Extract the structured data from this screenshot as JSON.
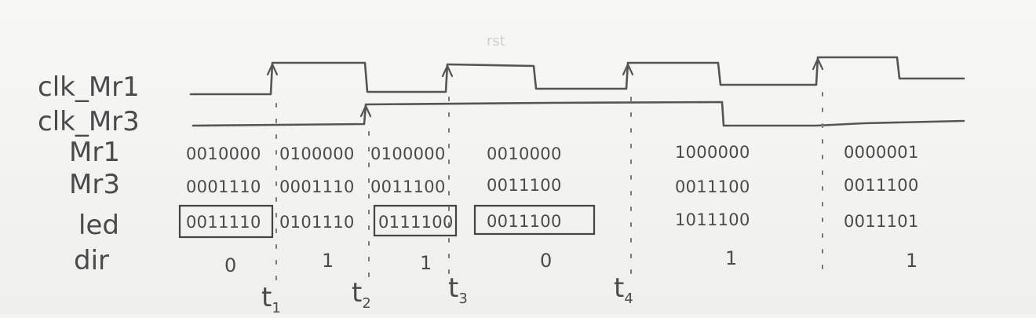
{
  "signals": {
    "clk_mr1": "clk_Mr1",
    "clk_mr3": "clk_Mr3",
    "mr1": "Mr1",
    "mr3": "Mr3",
    "led": "led",
    "dir": "dir"
  },
  "faint_mark": "rst",
  "times": {
    "t1": {
      "base": "t",
      "sub": "1"
    },
    "t2": {
      "base": "t",
      "sub": "2"
    },
    "t3": {
      "base": "t",
      "sub": "3"
    },
    "t4": {
      "base": "t",
      "sub": "4"
    }
  },
  "mr1_values": [
    "0010000",
    "0100000",
    "0100000",
    "0010000",
    "1000000",
    "0000001"
  ],
  "mr3_values": [
    "0001110",
    "0001110",
    "0011100",
    "0011100",
    "0011100",
    "0011100"
  ],
  "led_values": [
    "0011110",
    "0101110",
    "0111100",
    "0011100",
    "1011100",
    "0011101"
  ],
  "dir_values": [
    "0",
    "1",
    "1",
    "0",
    "1",
    "1"
  ],
  "boxed_led_indices": [
    0,
    2,
    3
  ]
}
